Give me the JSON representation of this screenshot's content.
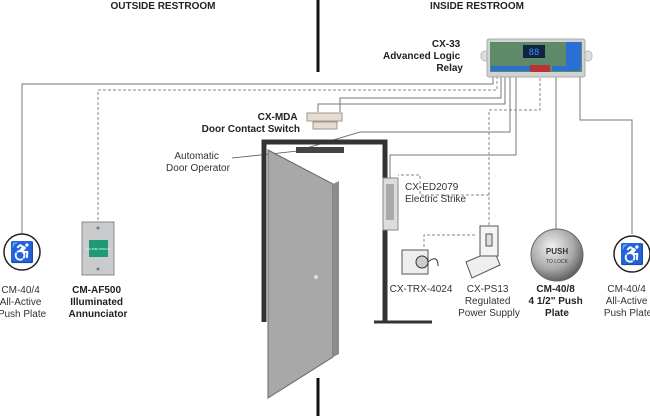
{
  "headers": {
    "outside": "OUTSIDE RESTROOM",
    "inside": "INSIDE RESTROOM"
  },
  "components": {
    "relay": {
      "lines": [
        "CX-33",
        "Advanced Logic",
        "Relay"
      ],
      "display": "88"
    },
    "door_switch": {
      "lines": [
        "CX-MDA",
        "Door Contact Switch"
      ]
    },
    "door_operator": {
      "lines": [
        "Automatic",
        "Door Operator"
      ]
    },
    "strike": {
      "lines": [
        "CX-ED2079",
        "Electric Strike"
      ]
    },
    "left_push_plate": {
      "lines": [
        "CM-40/4",
        "All-Active",
        "Push Plate"
      ]
    },
    "annunciator": {
      "lines": [
        "CM-AF500",
        "Illuminated",
        "Annunciator"
      ],
      "face_text": "OCCUPIED WHEN LIT"
    },
    "transformer": {
      "lines": [
        "CX-TRX-4024"
      ]
    },
    "power_supply": {
      "lines": [
        "CX-PS13",
        "Regulated",
        "Power Supply"
      ]
    },
    "push_to_lock": {
      "lines": [
        "CM-40/8",
        "4 1/2\" Push",
        "Plate"
      ],
      "face": [
        "PUSH",
        "TO LOCK"
      ]
    },
    "right_push_plate": {
      "lines": [
        "CM-40/4",
        "All-Active",
        "Push Plate"
      ]
    }
  },
  "colors": {
    "door": "#a8a8a8",
    "frame": "#333333",
    "annunciator_face": "#1f9a74",
    "relay_board": "#5e8a6a",
    "relay_display": "#2a6fd6"
  }
}
